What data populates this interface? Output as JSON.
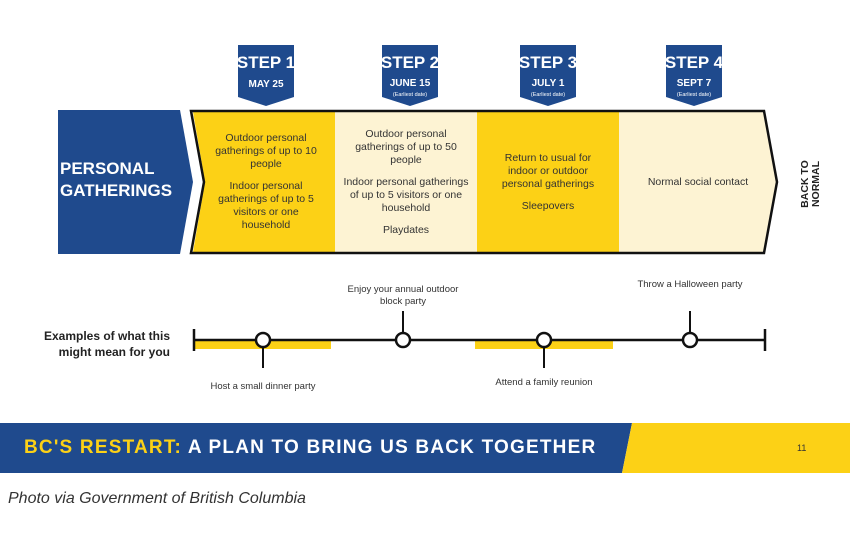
{
  "colors": {
    "navy": "#1f4a8d",
    "yellow": "#fcd116",
    "cream": "#fdf3d3",
    "text": "#333333"
  },
  "steps": [
    {
      "title": "STEP 1",
      "date": "MAY 25",
      "note": ""
    },
    {
      "title": "STEP 2",
      "date": "JUNE 15",
      "note": "(Earliest date)"
    },
    {
      "title": "STEP 3",
      "date": "JULY 1",
      "note": "(Earliest date)"
    },
    {
      "title": "STEP 4",
      "date": "SEPT 7",
      "note": "(Earliest date)"
    }
  ],
  "category": {
    "line1": "PERSONAL",
    "line2": "GATHERINGS"
  },
  "columns": [
    {
      "paragraphs": [
        "Outdoor personal gatherings of up to 10 people",
        "Indoor personal gatherings of up to 5 visitors or one household"
      ]
    },
    {
      "paragraphs": [
        "Outdoor personal gatherings of up to 50 people",
        "Indoor personal gatherings of up to 5 visitors or one household",
        "Playdates"
      ]
    },
    {
      "paragraphs": [
        "Return to usual for indoor or outdoor personal gatherings",
        "Sleepovers"
      ]
    },
    {
      "paragraphs": [
        "Normal social contact"
      ]
    }
  ],
  "end_label": {
    "line1": "BACK TO",
    "line2": "NORMAL"
  },
  "examples": {
    "label": "Examples of what this might mean for you",
    "items": [
      "Host a small dinner party",
      "Enjoy your annual outdoor block party",
      "Attend a family reunion",
      "Throw a Halloween party"
    ]
  },
  "banner": {
    "title_part1": "BC'S RESTART:",
    "title_part2": "A PLAN TO BRING US BACK TOGETHER",
    "page_number": "11"
  },
  "caption": "Photo via Government of British Columbia"
}
